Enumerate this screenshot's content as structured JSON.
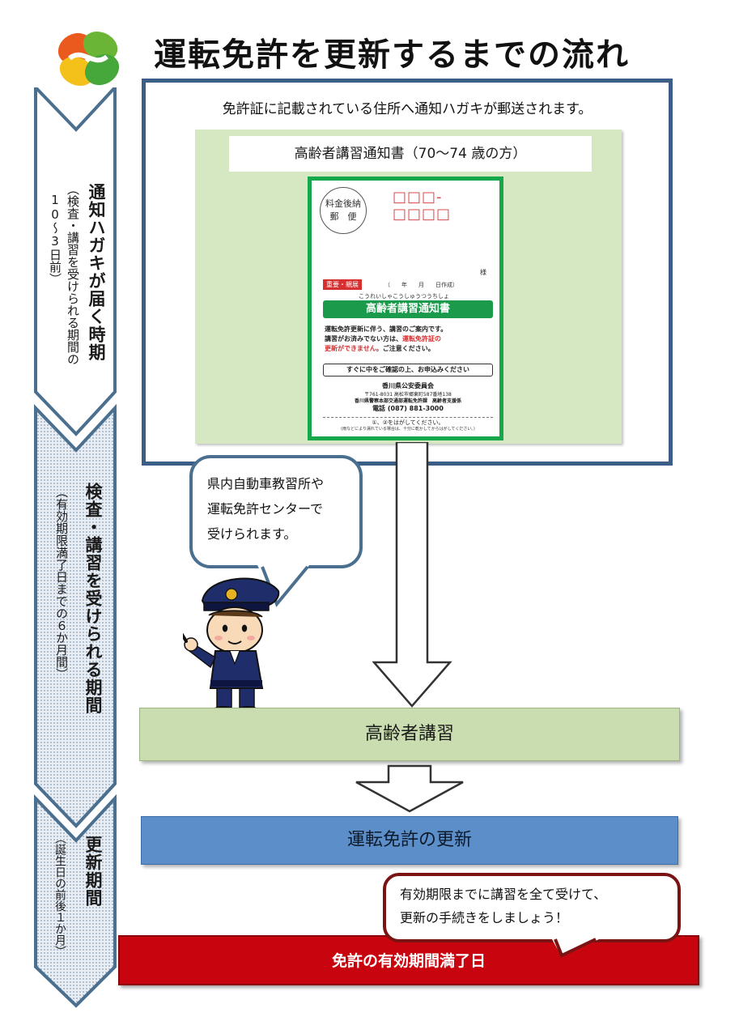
{
  "title": "運転免許を更新するまでの流れ",
  "sidebar": {
    "phase1": {
      "label": "通知ハガキが届く時期",
      "sub_line1": "（検査・講習を受けられる期間の",
      "sub_line2": "10～3日前）"
    },
    "phase2": {
      "label": "検査・講習を受けられる期間",
      "sub": "（有効期限満了日までの６か月間）"
    },
    "phase3": {
      "label": "更新期間",
      "sub": "（誕生日の前後１か月）"
    }
  },
  "notice": {
    "header": "免許証に記載されている住所へ通知ハガキが郵送されます。",
    "card_caption": "高齢者講習通知書（70～74 歳の方）",
    "postcard": {
      "stamp_line1": "料金後納",
      "stamp_line2": "郵　便",
      "postal_box": "□□□-□□□□",
      "honorific": "様",
      "tag": "重要・親展",
      "date_line": "（　　年　　月　　日作成）",
      "ruby": "こうれいしゃこうしゅうつうちしょ",
      "heading": "高齢者講習通知書",
      "body_line1": "運転免許更新に伴う、講習のご案内です。",
      "body_line2a": "講習がお済みでない方は、",
      "body_line2b": "運転免許証の",
      "body_line3a": "更新ができません。",
      "body_line3b": "ご注意ください。",
      "cta": "すぐに中をご確認の上、お申込みください",
      "issuer": "香川県公安委員会",
      "address": "〒761-8031 高松市郷東町587番地138",
      "dept": "香川県警察本部交通部運転免許課　高齢者支援係",
      "phone": "電話 (087) 881-3000",
      "peel_note": "①、②をはがしてください。",
      "peel_sub": "(雨などにより濡れている場合は、十分に乾かしてからはがしてください。)"
    }
  },
  "bubble_staff": {
    "line1": "県内自動車教習所や",
    "line2": "運転免許センターで",
    "line3": "受けられます。"
  },
  "steps": {
    "lecture": "高齢者講習",
    "renewal": "運転免許の更新",
    "expiry": "免許の有効期間満了日"
  },
  "bubble_reminder": {
    "line1": "有効期限までに講習を全て受けて、",
    "line2": "更新の手続きをしましょう！"
  },
  "colors": {
    "frame": "#3b5e86",
    "green_panel": "#d6e8c2",
    "card_border": "#14a84b",
    "lecture_step": "#c9ddb0",
    "renewal_step": "#5c8fc9",
    "expiry_bar": "#c8050e"
  }
}
